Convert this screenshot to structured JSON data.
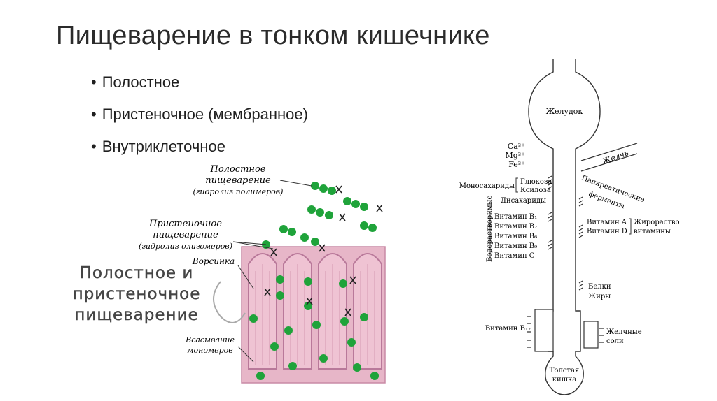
{
  "slide": {
    "title": "Пищеварение в тонком кишечнике",
    "bullets": [
      "Полостное",
      "Пристеночное (мембранное)",
      "Внутриклеточное"
    ]
  },
  "figure_left": {
    "label_cavity_1": "Полостное",
    "label_cavity_2": "пищеварение",
    "label_cavity_3": "(гидролиз полимеров)",
    "label_wall_1": "Пристеночное",
    "label_wall_2": "пищеварение",
    "label_wall_3": "(гидролиз олигомеров)",
    "label_villus": "Ворсинка",
    "label_absorb_1": "Всасывание",
    "label_absorb_2": "мономеров",
    "handwritten_1": "Полостное и",
    "handwritten_2": "пристеночное",
    "handwritten_3": "пищеварение",
    "colors": {
      "tissue": "#e7b6c8",
      "tissue_dark": "#c98aa5",
      "molecule": "#1fa33a"
    }
  },
  "figure_right": {
    "stomach": "Желудок",
    "ions": [
      "Ca²⁺",
      "Mg²⁺",
      "Fe²⁺"
    ],
    "bile": "Желчь",
    "monosaccharides": "Моносахариды",
    "glucose": "Глюкоза",
    "xylose": "Ксилоза",
    "disaccharides": "Дисахариды",
    "pancreatic_1": "Панкреатические",
    "pancreatic_2": "ферменты",
    "water_soluble": "Водорастворимые",
    "vitamins_left": [
      "Витамин B₁",
      "Витамин B₂",
      "Витамин B₆",
      "Витамин B₉",
      "Витамин C"
    ],
    "vitamins_right": [
      "Витамин A",
      "Витамин D"
    ],
    "fat_soluble_1": "Жирорастворимые",
    "fat_soluble_2": "витамины",
    "proteins": "Белки",
    "fats": "Жиры",
    "b12": "Витамин B₁₂",
    "bile_salts_1": "Желчные",
    "bile_salts_2": "соли",
    "colon_1": "Толстая",
    "colon_2": "кишка"
  }
}
